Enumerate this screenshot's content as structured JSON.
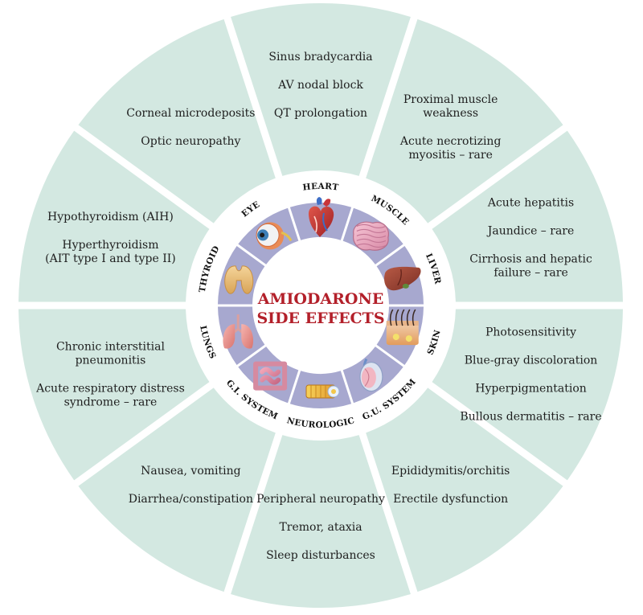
{
  "center": {
    "line1": "AMIODARONE",
    "line2": "SIDE EFFECTS"
  },
  "colors": {
    "outer_sector": "#d3e8e1",
    "inner_ring": "#a7a8cf",
    "label_ring": "#ffffff",
    "center_circle": "#ffffff",
    "title": "#b3202a"
  },
  "sectors": [
    {
      "id": "heart",
      "label": "HEART",
      "icon": "heart-icon",
      "effects": [
        "Sinus bradycardia",
        "AV nodal block",
        "QT prolongation"
      ]
    },
    {
      "id": "muscle",
      "label": "MUSCLE",
      "icon": "muscle-icon",
      "effects": [
        [
          "Proximal muscle",
          "weakness"
        ],
        [
          "Acute necrotizing",
          "myositis – rare"
        ]
      ]
    },
    {
      "id": "liver",
      "label": "LIVER",
      "icon": "liver-icon",
      "effects": [
        "Acute hepatitis",
        "Jaundice – rare",
        [
          "Cirrhosis and hepatic",
          "failure – rare"
        ]
      ]
    },
    {
      "id": "skin",
      "label": "SKIN",
      "icon": "skin-icon",
      "effects": [
        "Photosensitivity",
        "Blue-gray discoloration",
        "Hyperpigmentation",
        "Bullous dermatitis – rare"
      ]
    },
    {
      "id": "gu",
      "label": "G.U. SYSTEM",
      "icon": "testis-icon",
      "effects": [
        "Epididymitis/orchitis",
        "Erectile dysfunction"
      ]
    },
    {
      "id": "neuro",
      "label": "NEUROLOGIC",
      "icon": "nerve-icon",
      "effects": [
        "Peripheral neuropathy",
        "Tremor, ataxia",
        "Sleep disturbances"
      ]
    },
    {
      "id": "gi",
      "label": "G.I. SYSTEM",
      "icon": "intestine-icon",
      "effects": [
        "Nausea, vomiting",
        "Diarrhea/constipation"
      ]
    },
    {
      "id": "lungs",
      "label": "LUNGS",
      "icon": "lungs-icon",
      "effects": [
        [
          "Chronic interstitial",
          "pneumonitis"
        ],
        [
          "Acute respiratory distress",
          "syndrome – rare"
        ]
      ]
    },
    {
      "id": "thyroid",
      "label": "THYROID",
      "icon": "thyroid-icon",
      "effects": [
        "Hypothyroidism (AIH)",
        [
          "Hyperthyroidism",
          "(AIT type I and type II)"
        ]
      ]
    },
    {
      "id": "eye",
      "label": "EYE",
      "icon": "eye-icon",
      "effects": [
        "Corneal microdeposits",
        "Optic neuropathy"
      ]
    }
  ]
}
